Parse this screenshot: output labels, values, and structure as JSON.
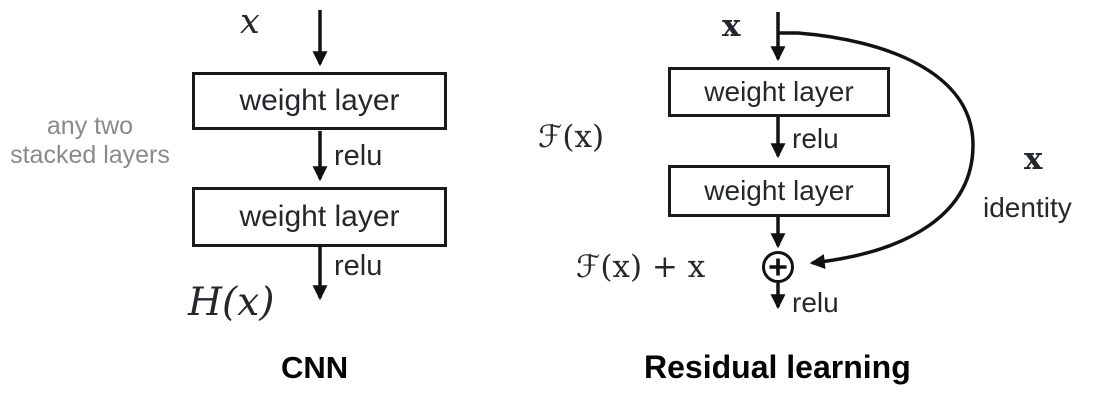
{
  "figure": {
    "description": "Comparison of a plain stacked CNN block and a residual learning block"
  },
  "left_diagram": {
    "input_label": "x",
    "side_note_line1": "any two",
    "side_note_line2": "stacked layers",
    "box1_label": "weight layer",
    "relu1": "relu",
    "box2_label": "weight layer",
    "relu2": "relu",
    "output_label": "H(x)",
    "caption": "CNN"
  },
  "right_diagram": {
    "input_label": "x",
    "residual_function_label": "ℱ(x)",
    "box1_label": "weight layer",
    "relu1": "relu",
    "box2_label": "weight layer",
    "sum_label": "ℱ(x) + x",
    "relu2": "relu",
    "identity_x_label": "x",
    "identity_label": "identity",
    "caption": "Residual learning"
  },
  "colors": {
    "line": "#121212",
    "box_border": "#1a1a1a",
    "text": "#24272c",
    "muted_text": "#8a8a8a"
  }
}
